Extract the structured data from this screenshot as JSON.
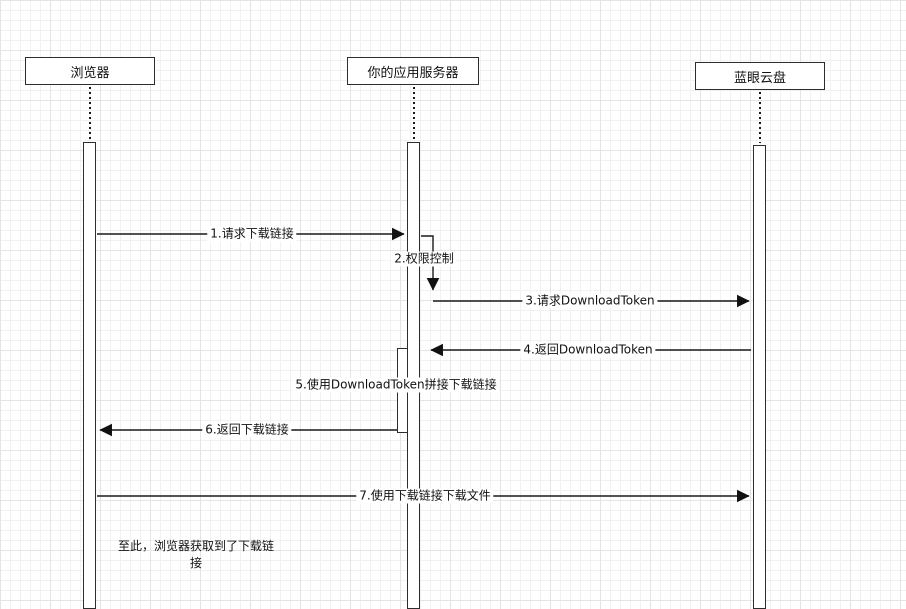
{
  "diagram": {
    "participants": [
      {
        "label": "浏览器"
      },
      {
        "label": "你的应用服务器"
      },
      {
        "label": "蓝眼云盘"
      }
    ],
    "messages": [
      "1.请求下载链接",
      "2.权限控制",
      "3.请求DownloadToken",
      "4.返回DownloadToken",
      "5.使用DownloadToken拼接下载链接",
      "6.返回下载链接",
      "7.使用下载链接下载文件"
    ],
    "note": "至此，浏览器获取到了下载链接",
    "colors": {
      "line": "#111111",
      "shape_fill": "#ffffff",
      "shape_stroke": "#2d2d2d",
      "grid_minor": "#f0f1f2",
      "grid_major": "#e2e4e6"
    }
  }
}
